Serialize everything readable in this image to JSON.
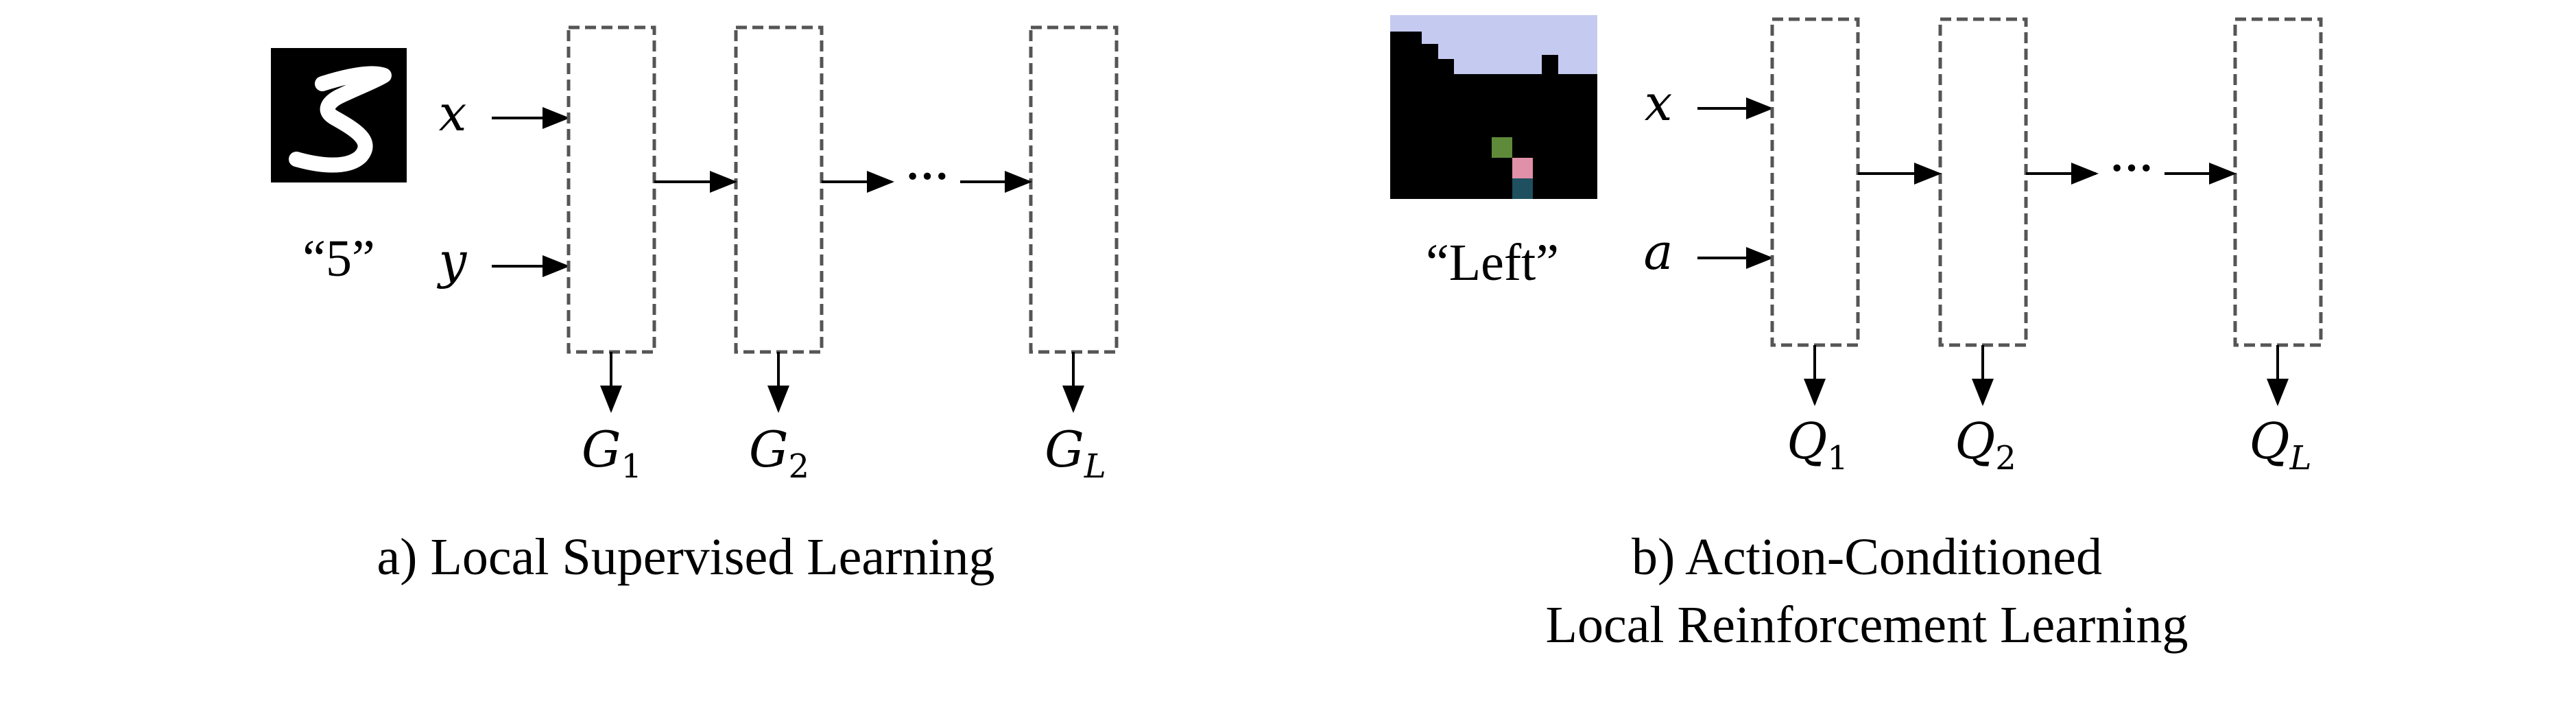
{
  "panel_a": {
    "caption": "a) Local Supervised Learning",
    "image_label": "“5”",
    "input_x": "x",
    "input_y": "y",
    "ellipsis": "···",
    "outputs": [
      {
        "base": "G",
        "sub": "1"
      },
      {
        "base": "G",
        "sub": "2"
      },
      {
        "base": "G",
        "sub": "L"
      }
    ]
  },
  "panel_b": {
    "caption_line1": "b) Action-Conditioned",
    "caption_line2": "Local Reinforcement Learning",
    "image_label": "“Left”",
    "input_x": "x",
    "input_a": "a",
    "ellipsis": "···",
    "outputs": [
      {
        "base": "Q",
        "sub": "1"
      },
      {
        "base": "Q",
        "sub": "2"
      },
      {
        "base": "Q",
        "sub": "L"
      }
    ]
  },
  "colors": {
    "block_stroke": "#555555",
    "game_sky": "#c5cbf0",
    "game_bg": "#000000",
    "game_green": "#5f8a3a",
    "game_pink": "#e090a8",
    "game_teal": "#1e5060"
  },
  "icons": [
    "mnist-digit-image",
    "game-frame-image"
  ]
}
